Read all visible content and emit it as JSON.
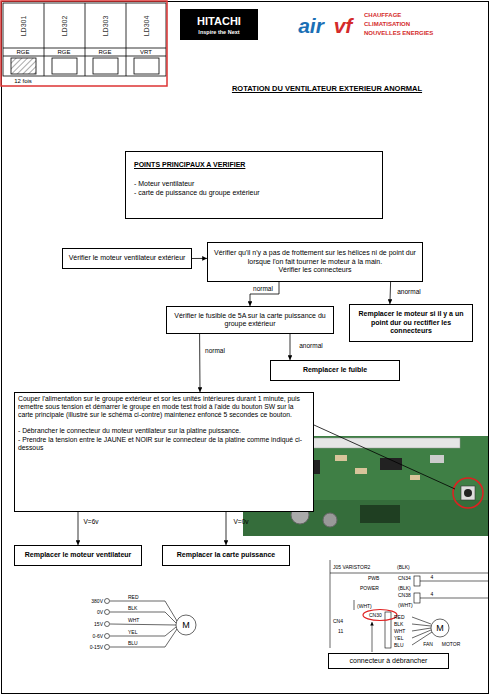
{
  "diagram": {
    "title": "ROTATION DU VENTILATEUR EXTERIEUR ANORMAL",
    "nodes": [
      {
        "text": [
          "POINTS PRINCIPAUX A VERIFIER",
          "- Moteur ventilateur",
          "- carte de puissance du groupe extérieur"
        ]
      },
      {
        "text": [
          "Vérifier le moteur ventilateur extérieur"
        ]
      },
      {
        "text": [
          "Vérifier qu'il n'y a pas de frottement sur les hélices ni de point dur lorsque l'on fait tourner le moteur à la main.",
          "Vérifier les connecteurs"
        ]
      },
      {
        "text": [
          "Vérifier le fusible de 5A sur la carte puissance du groupe extérieur"
        ]
      },
      {
        "text": [
          "Remplacer le moteur si il y a un point dur ou rectifier les connecteurs"
        ]
      },
      {
        "text": [
          "Remplacer le fuible"
        ]
      },
      {
        "text": [
          "Couper l'alimentation sur le groupe extérieur et sor les unités intérieures durant 1 minute, puis remettre sous tension et démarrer le groupe en mode test froid à l'aide du bouton SW sur la carte principale (illustré sur le schéma ci-contre) maintenez enfoncé 5 secondes ce bouton.",
          "- Débrancher le connecteur du moteur ventilateur sur la platine puissance.",
          "- Prendre la tension entre le JAUNE et NOIR sur le connecteur de la platine comme indiqué ci-dessous"
        ]
      },
      {
        "text": [
          "Remplacer le moteur ventilateur"
        ]
      },
      {
        "text": [
          "Remplacer la carte puissance"
        ]
      },
      {
        "text": [
          "connecteur à débrancher"
        ]
      }
    ],
    "edges": [
      {
        "from": 1,
        "to": 2,
        "arrow": "to"
      },
      {
        "from": 2,
        "to": 3,
        "label": "normal",
        "arrow": "to"
      },
      {
        "from": 2,
        "to": 4,
        "label": "anormal",
        "arrow": "to"
      },
      {
        "from": 3,
        "to": 5,
        "label": "anormal",
        "arrow": "to"
      },
      {
        "from": 3,
        "to": 6,
        "label": "normal",
        "arrow": "to"
      },
      {
        "from": 6,
        "to": 7,
        "label": "V=6v",
        "arrow": "to"
      },
      {
        "from": 6,
        "to": 8,
        "label": "V=0v",
        "arrow": "to"
      }
    ],
    "labels": [
      "LD301",
      "LD302",
      "LD303",
      "LD304",
      "RGE",
      "RGE",
      "RGE",
      "VRT",
      "12 fois",
      "HITACHI",
      "Inspire the Next",
      "air",
      "vf",
      "CHAUFFAGE",
      "CLIMATISATION",
      "NOUVELLES ENERGIES",
      "LD304",
      "LD303",
      "LD302",
      "LD301",
      "380V",
      "0V",
      "15V",
      "0-6V",
      "0-15V",
      "RED",
      "BLK",
      "WHT",
      "YEL",
      "BLU",
      "M",
      "J05 VARISTOR2",
      "(BLK)",
      "PWB",
      "POWER",
      "CN34",
      "(BLK)",
      "CN38",
      "(WHT)",
      "(WHT)",
      "CN30",
      "CN4",
      "11",
      "RED",
      "BLK",
      "WHT",
      "YEL",
      "BLU",
      "M",
      "FAN",
      "MOTOR",
      "4",
      "4"
    ]
  }
}
